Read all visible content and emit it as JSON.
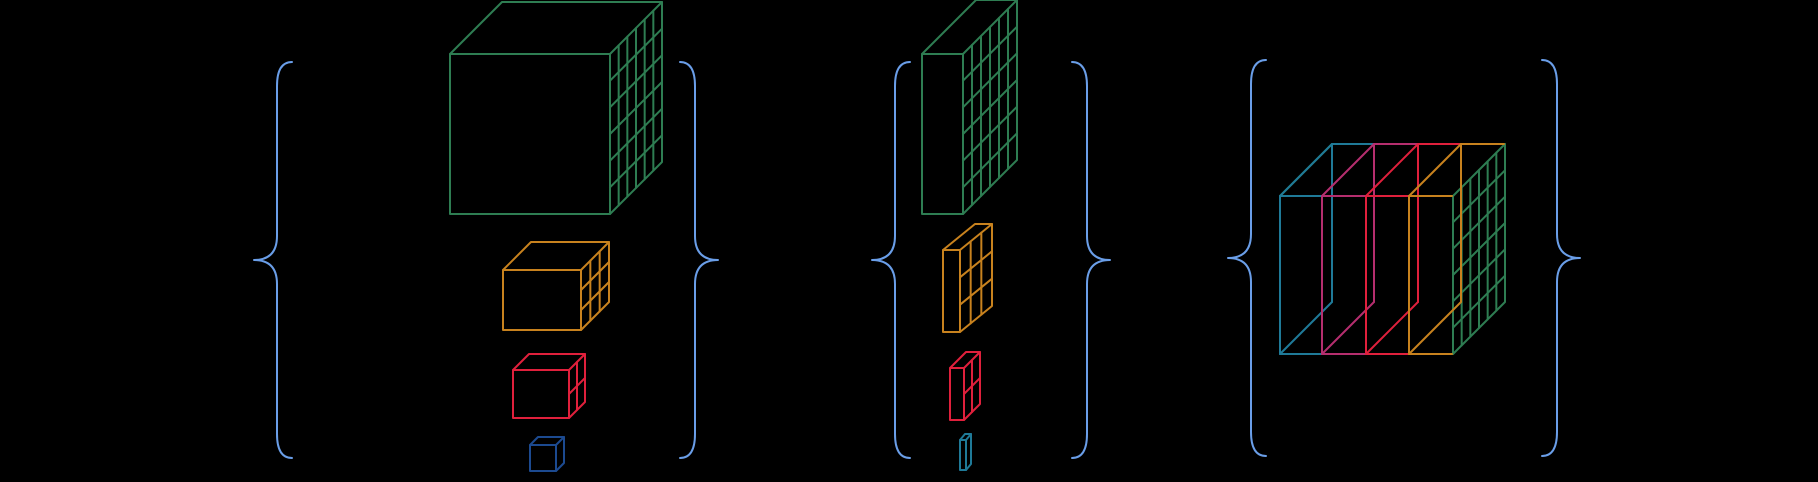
{
  "background_color": "#000000",
  "colors": {
    "brace": "#6a9ee8",
    "green": "#2e7d52",
    "orange": "#c8821e",
    "red": "#e0203c",
    "navy": "#1c4a90",
    "teal": "#1f7a98",
    "magenta": "#b52e6e"
  },
  "groups": [
    {
      "name": "group-1",
      "description_key": "cubes",
      "items": [
        {
          "name": "green-cube",
          "color": "green",
          "grid": [
            6,
            6
          ]
        },
        {
          "name": "orange-cube",
          "color": "orange",
          "grid": [
            3,
            3
          ]
        },
        {
          "name": "red-cube",
          "color": "red",
          "grid": [
            2,
            2
          ]
        },
        {
          "name": "navy-cube",
          "color": "navy",
          "grid": [
            1,
            1
          ]
        }
      ]
    },
    {
      "name": "group-2",
      "description_key": "slabs",
      "items": [
        {
          "name": "green-slab",
          "color": "green",
          "grid": [
            6,
            6
          ]
        },
        {
          "name": "orange-slab",
          "color": "orange",
          "grid": [
            3,
            3
          ]
        },
        {
          "name": "red-slab",
          "color": "red",
          "grid": [
            2,
            2
          ]
        },
        {
          "name": "teal-slab",
          "color": "teal",
          "grid": [
            1,
            1
          ]
        }
      ]
    },
    {
      "name": "group-3",
      "description_key": "stacked-slices",
      "items": [
        {
          "name": "teal-slice",
          "color": "teal"
        },
        {
          "name": "magenta-slice",
          "color": "magenta"
        },
        {
          "name": "red-slice",
          "color": "red"
        },
        {
          "name": "orange-slice",
          "color": "orange"
        },
        {
          "name": "green-grid-back",
          "color": "green",
          "grid": [
            6,
            6
          ]
        }
      ]
    }
  ]
}
